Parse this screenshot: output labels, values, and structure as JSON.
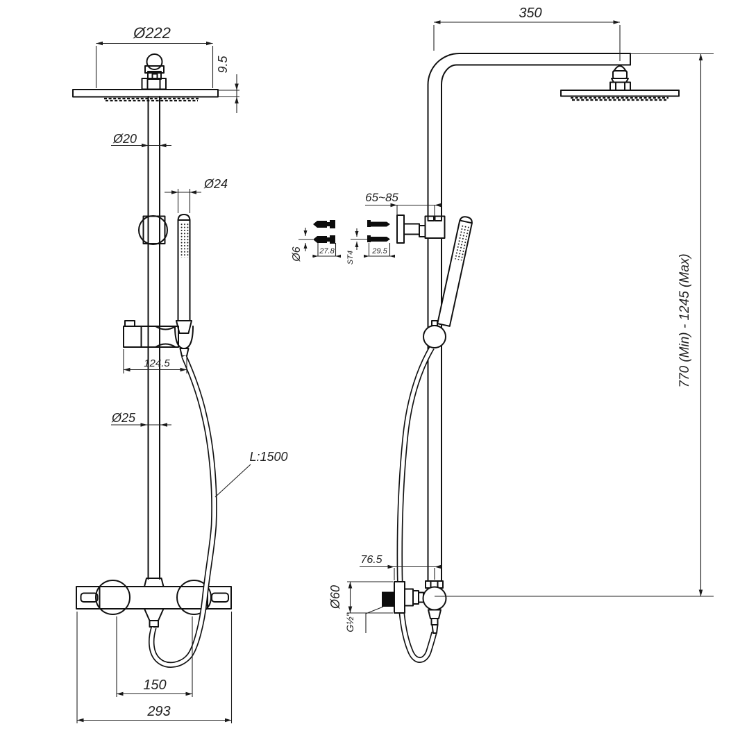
{
  "drawing": {
    "front_view": {
      "head_diameter": "Ø222",
      "head_thickness": "9.5",
      "upper_pipe_diameter": "Ø20",
      "handshower_diameter": "Ø24",
      "slider_bracket_width": "124.5",
      "lower_pipe_diameter": "Ø25",
      "hose_length": "L:1500",
      "inlet_spacing": "150",
      "valve_width": "293"
    },
    "side_view": {
      "arm_length": "350",
      "wall_clearance": "65~85",
      "anchor_diameter": "Ø6",
      "anchor_length": "27.8",
      "screw_size": "ST4",
      "screw_length": "29.5",
      "height_range": "770 (Min) - 1245 (Max)",
      "valve_center_depth": "76.5",
      "escutcheon_diameter": "Ø60",
      "inlet_thread": "G½\""
    },
    "colors": {
      "line": "#111111",
      "background": "#ffffff"
    }
  }
}
